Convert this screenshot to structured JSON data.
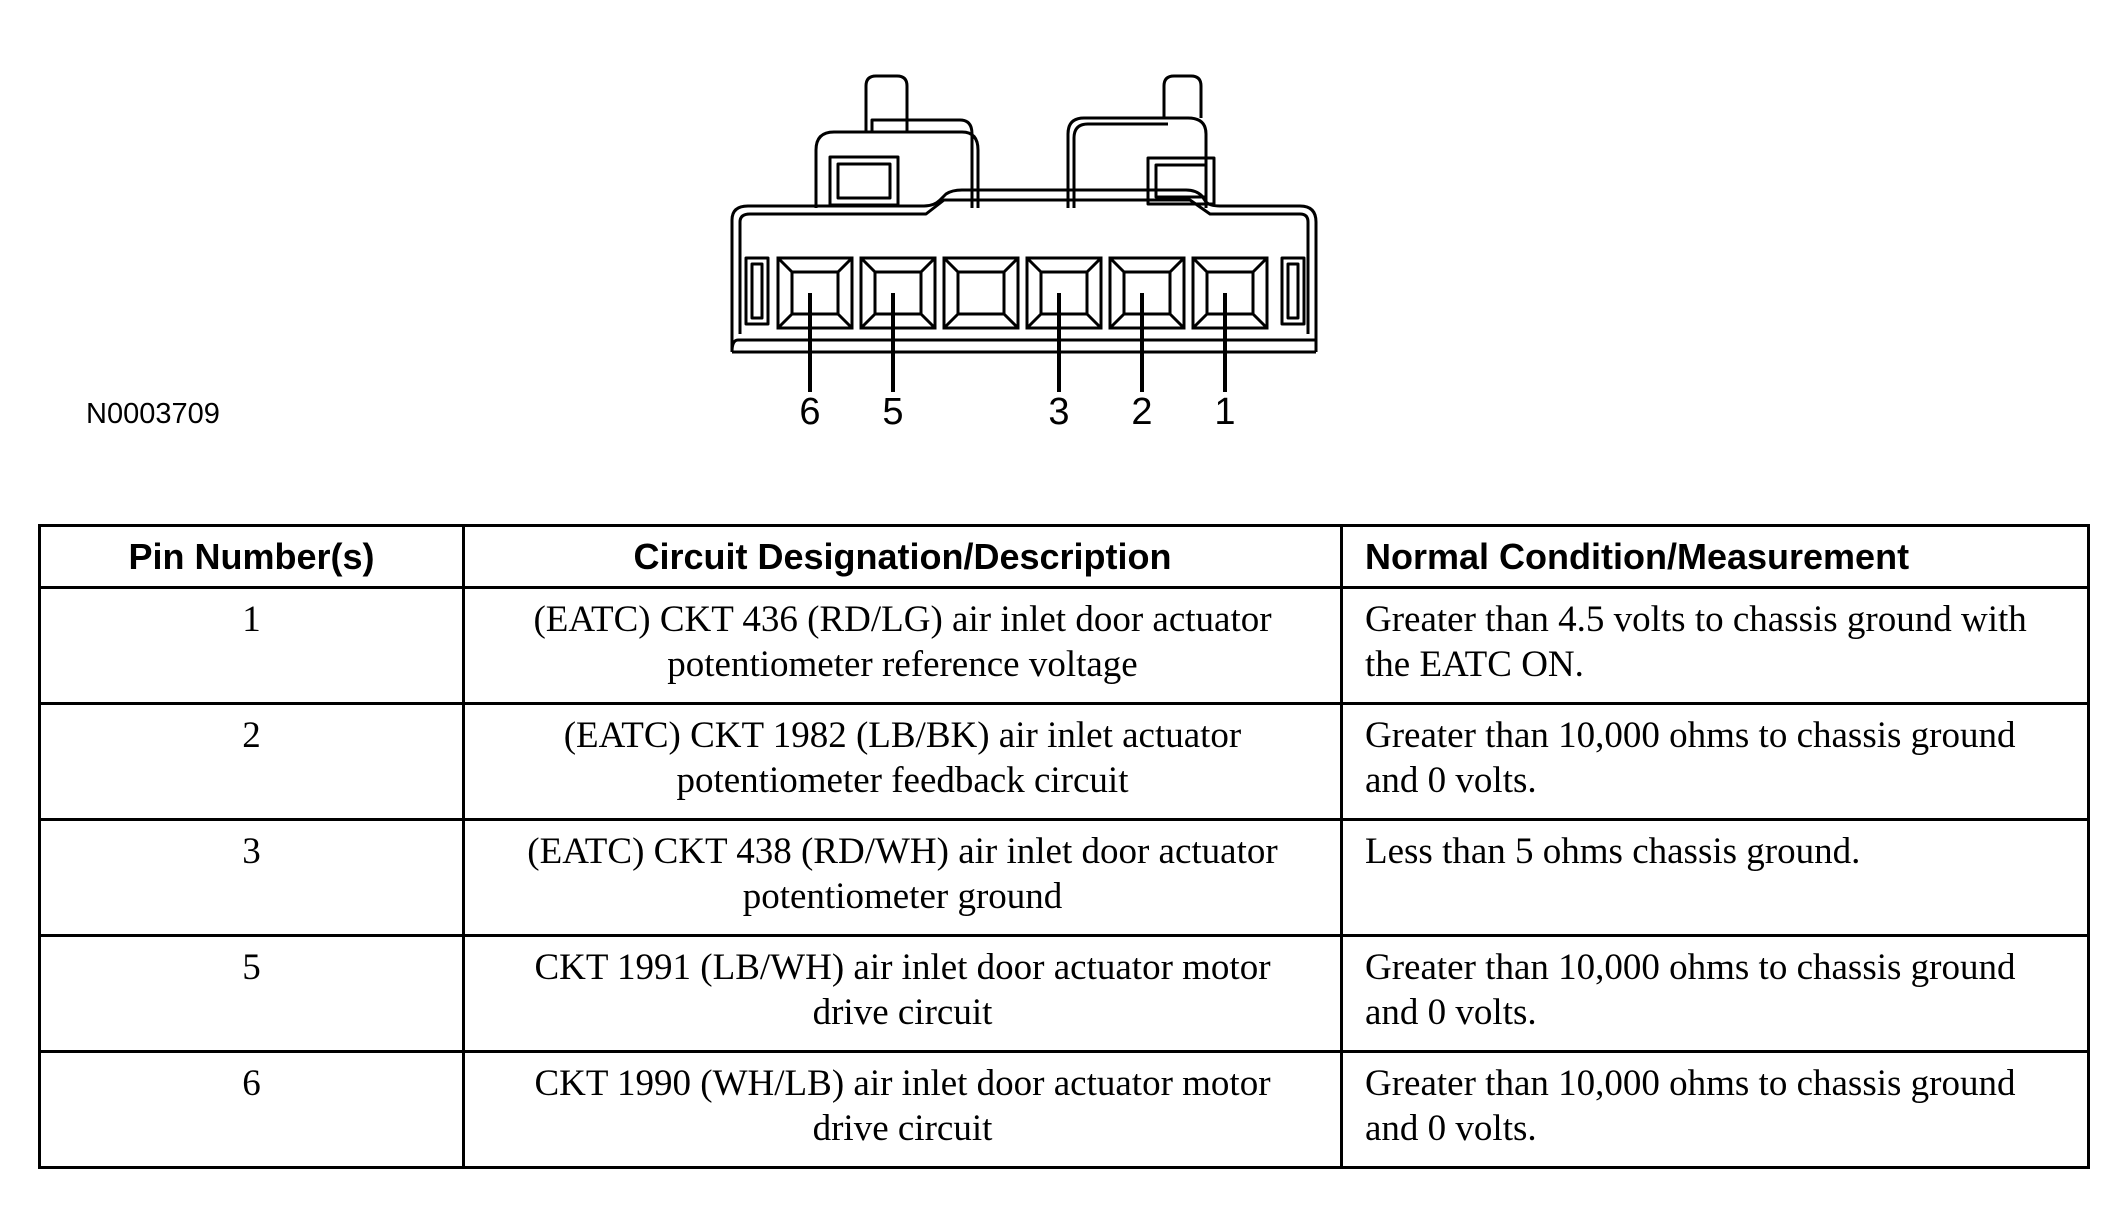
{
  "figure_id": "N0003709",
  "connector": {
    "pin_labels": [
      "6",
      "5",
      "3",
      "2",
      "1"
    ]
  },
  "table": {
    "headers": [
      "Pin Number(s)",
      "Circuit Designation/Description",
      "Normal Condition/Measurement"
    ],
    "rows": [
      {
        "pin": "1",
        "description": "(EATC) CKT 436 (RD/LG) air inlet door actuator potentiometer reference voltage",
        "measurement": "Greater than 4.5 volts to chassis ground with the EATC ON."
      },
      {
        "pin": "2",
        "description": "(EATC) CKT 1982 (LB/BK) air inlet actuator potentiometer feedback circuit",
        "measurement": "Greater than 10,000 ohms to chassis ground and 0 volts."
      },
      {
        "pin": "3",
        "description": "(EATC) CKT 438 (RD/WH) air inlet door actuator potentiometer ground",
        "measurement": "Less than 5 ohms chassis ground."
      },
      {
        "pin": "5",
        "description": "CKT 1991 (LB/WH) air inlet door actuator motor drive circuit",
        "measurement": "Greater than 10,000 ohms to chassis ground and 0 volts."
      },
      {
        "pin": "6",
        "description": "CKT 1990 (WH/LB) air inlet door actuator motor drive circuit",
        "measurement": "Greater than 10,000 ohms to chassis ground and 0 volts."
      }
    ]
  }
}
